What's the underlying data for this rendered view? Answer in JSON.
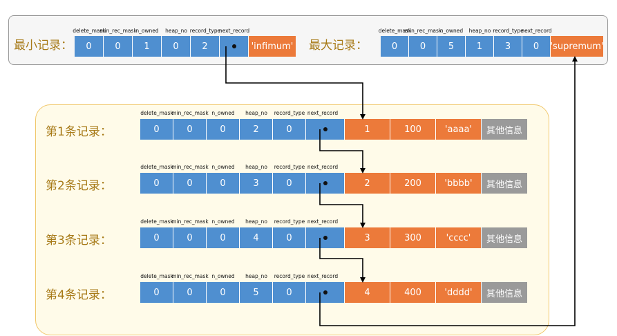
{
  "field_headers": [
    "delete_mask",
    "min_rec_mask",
    "n_owned",
    "heap_no",
    "record_type",
    "next_record"
  ],
  "infimum": {
    "label": "最小记录：",
    "values": [
      "0",
      "0",
      "1",
      "0",
      "2"
    ],
    "name": "'infimum'"
  },
  "supremum": {
    "label": "最大记录：",
    "values": [
      "0",
      "0",
      "5",
      "1",
      "3",
      "0"
    ],
    "name": "'supremum'"
  },
  "records": [
    {
      "label": "第1条记录：",
      "values": [
        "0",
        "0",
        "0",
        "2",
        "0"
      ],
      "id": "1",
      "num": "100",
      "str": "'aaaa'",
      "other": "其他信息"
    },
    {
      "label": "第2条记录：",
      "values": [
        "0",
        "0",
        "0",
        "3",
        "0"
      ],
      "id": "2",
      "num": "200",
      "str": "'bbbb'",
      "other": "其他信息"
    },
    {
      "label": "第3条记录：",
      "values": [
        "0",
        "0",
        "0",
        "4",
        "0"
      ],
      "id": "3",
      "num": "300",
      "str": "'cccc'",
      "other": "其他信息"
    },
    {
      "label": "第4条记录：",
      "values": [
        "0",
        "0",
        "0",
        "5",
        "0"
      ],
      "id": "4",
      "num": "400",
      "str": "'dddd'",
      "other": "其他信息"
    }
  ],
  "colors": {
    "header_cell": "#4f8fd0",
    "data_cell": "#ec7a3a",
    "other_cell": "#9a9a9a",
    "label_text": "#a77a17",
    "arrow": "#000000"
  }
}
